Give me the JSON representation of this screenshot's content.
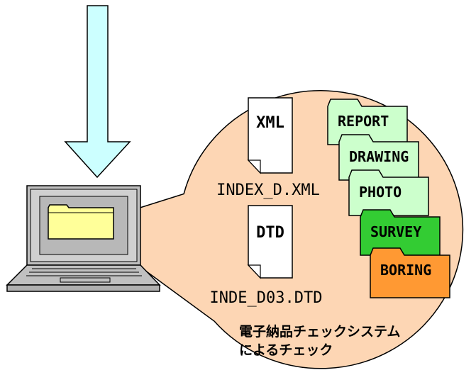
{
  "documents": {
    "xml": {
      "icon_label": "XML",
      "filename": "INDEX_D.XML"
    },
    "dtd": {
      "icon_label": "DTD",
      "filename": "INDE_D03.DTD"
    }
  },
  "folders": [
    {
      "label": "REPORT",
      "color": "#ccffcc"
    },
    {
      "label": "DRAWING",
      "color": "#ccffcc"
    },
    {
      "label": "PHOTO",
      "color": "#ccffcc"
    },
    {
      "label": "SURVEY",
      "color": "#33cc33"
    },
    {
      "label": "BORING",
      "color": "#ff9933"
    }
  ],
  "caption": {
    "line1": "電子納品チェックシステム",
    "line2": "によるチェック"
  },
  "colors": {
    "bubble": "#fdd6b4",
    "arrow": "#ccffff",
    "laptop_folder": "#ffff99",
    "laptop_body": "#c0c0c0"
  }
}
